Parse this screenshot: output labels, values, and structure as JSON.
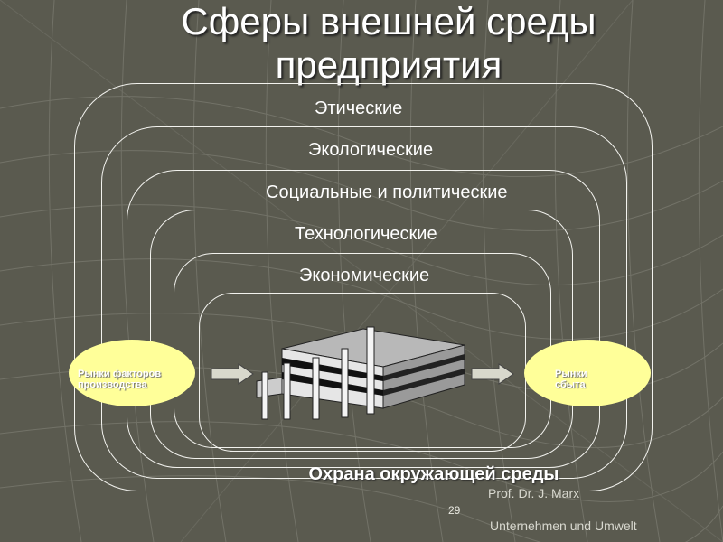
{
  "slide": {
    "title_line1": "Сферы внешней среды",
    "title_line2": "предприятия",
    "levels": {
      "ethical": "Этические",
      "ecological": "Экологические",
      "social_political": "Социальные и политические",
      "technological": "Технологические",
      "economic": "Экономические"
    },
    "left_oval": {
      "line1": "Рынки факторов",
      "line2": "производства"
    },
    "right_oval": {
      "line1": "Рынки",
      "line2": "сбыта"
    },
    "bottom_label": "Охрана окружающей среды",
    "footer_author": "Prof. Dr. J. Marx",
    "footer_course": "Unternehmen und Umwelt",
    "page_number": "29"
  },
  "colors": {
    "background": "#5a5a4f",
    "frame": "#f2f2ee",
    "oval_fill": "#ffff99",
    "text": "#ffffff"
  },
  "icons": {
    "building": "factory-building-icon",
    "arrows": "right-arrow-icon"
  }
}
